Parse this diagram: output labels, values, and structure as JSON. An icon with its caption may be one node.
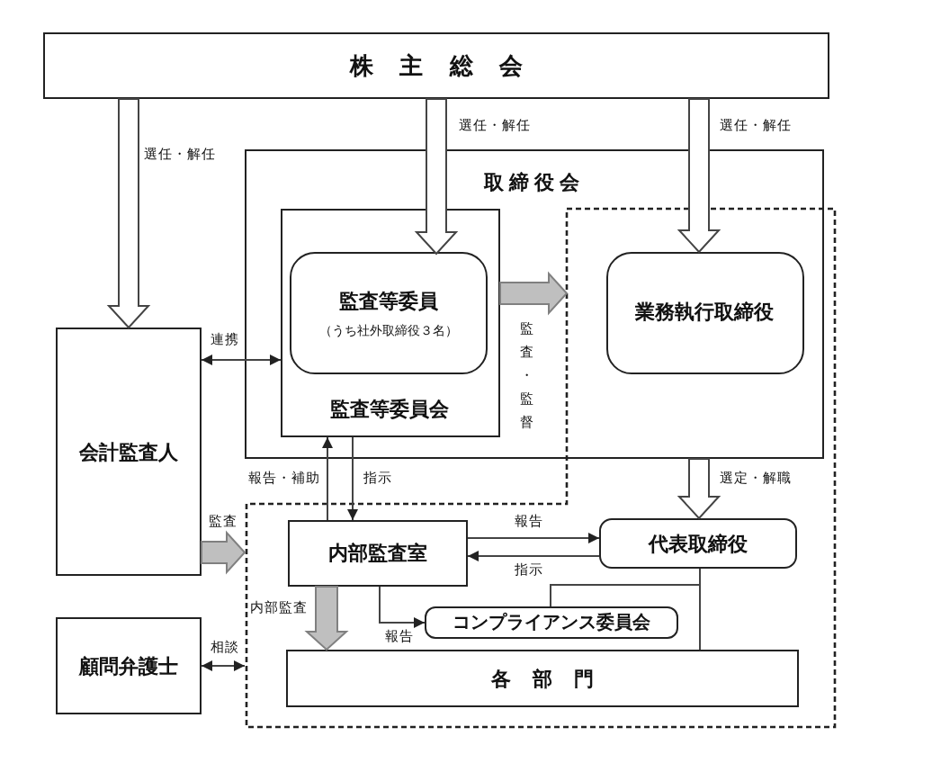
{
  "diagram": {
    "nodes": [
      {
        "text": [
          "株 主 総 会"
        ]
      },
      {
        "text": [
          "取締役会"
        ]
      },
      {
        "text": [
          "監査等委員会"
        ],
        "in": 1
      },
      {
        "text": [
          "監査等委員",
          "（うち社外取締役３名）"
        ],
        "in": 2
      },
      {
        "text": [],
        "shape": "box"
      },
      {
        "text": [
          "業務執行取締役"
        ],
        "in": 1
      },
      {
        "text": [
          "会計監査人"
        ]
      },
      {
        "text": [
          "内部監査室"
        ],
        "in": 4
      },
      {
        "text": [
          "代表取締役"
        ],
        "in": 4
      },
      {
        "text": [
          "顧問弁護士"
        ]
      },
      {
        "text": [
          "コンプライアンス委員会"
        ],
        "in": 4
      },
      {
        "text": [
          "各 部 門"
        ],
        "in": 4
      }
    ],
    "edges": [
      {
        "from": 0,
        "to": 6,
        "arrow": "to",
        "label": "選任・解任",
        "style": "thick"
      },
      {
        "from": 0,
        "to": 3,
        "arrow": "to",
        "label": "選任・解任",
        "style": "thick"
      },
      {
        "from": 0,
        "to": 5,
        "arrow": "to",
        "label": "選任・解任",
        "style": "thick"
      },
      {
        "from": 2,
        "to": 4,
        "arrow": "to",
        "label": "監査・監督",
        "style": "thick",
        "color": "#bfbfbf"
      },
      {
        "from": 6,
        "to": 2,
        "arrow": "both",
        "label": "連携"
      },
      {
        "from": 6,
        "to": 4,
        "arrow": "to",
        "label": "監査",
        "style": "thick",
        "color": "#bfbfbf"
      },
      {
        "from": 7,
        "to": 2,
        "arrow": "to",
        "label": "報告・補助"
      },
      {
        "from": 2,
        "to": 7,
        "arrow": "to",
        "label": "指示"
      },
      {
        "from": 1,
        "to": 8,
        "arrow": "to",
        "label": "選定・解職",
        "style": "thick"
      },
      {
        "from": 7,
        "to": 8,
        "arrow": "to",
        "label": "報告"
      },
      {
        "from": 8,
        "to": 7,
        "arrow": "to",
        "label": "指示"
      },
      {
        "from": 7,
        "to": 11,
        "arrow": "to",
        "label": "内部監査",
        "style": "thick",
        "color": "#bfbfbf"
      },
      {
        "from": 7,
        "to": 10,
        "arrow": "to",
        "label": "報告"
      },
      {
        "from": 8,
        "to": 11,
        "arrow": "none"
      },
      {
        "from": 8,
        "to": 10,
        "arrow": "none"
      },
      {
        "from": 9,
        "to": 4,
        "arrow": "both",
        "label": "相談"
      }
    ]
  }
}
